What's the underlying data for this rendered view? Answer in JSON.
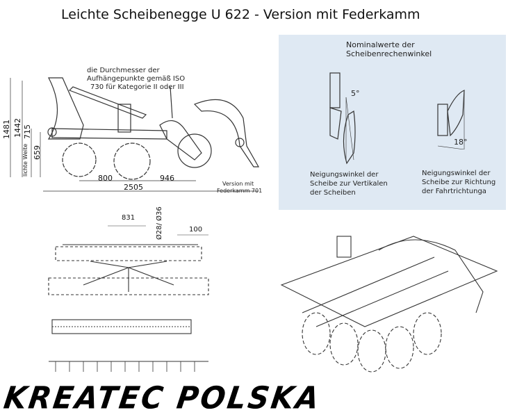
{
  "title": "Leichte Scheibenegge U 622 - Version mit Federkamm",
  "side_view": {
    "note": [
      "die Durchmesser der",
      "Aufhängepunkte gemäß ISO",
      "730 für Kategorie II oder III"
    ],
    "dims": {
      "h1": "1481",
      "h2": "1442",
      "h3": "715",
      "h4": "659",
      "lichte": "lichte Weite",
      "d1": "800",
      "d2": "946",
      "total": "2505"
    },
    "version": [
      "Version mit",
      "Federkamm  701"
    ]
  },
  "angle_panel": {
    "heading": [
      "Nominalwerte der",
      "Scheibenrechenwinkel"
    ],
    "angle1": "5°",
    "angle2": "18°",
    "caption1": [
      "Neigungswinkel der",
      "Scheibe zur Vertikalen",
      "der Scheiben"
    ],
    "caption2": [
      "Neigungswinkel der",
      "Scheibe zur Richtung",
      "der Fahrtrichtunga"
    ]
  },
  "top_view": {
    "d1": "831",
    "d2": "Ø28/ Ø36",
    "d3": "100"
  },
  "logo": "KREATEC POLSKA",
  "colors": {
    "panel": "#dfe9f3"
  }
}
